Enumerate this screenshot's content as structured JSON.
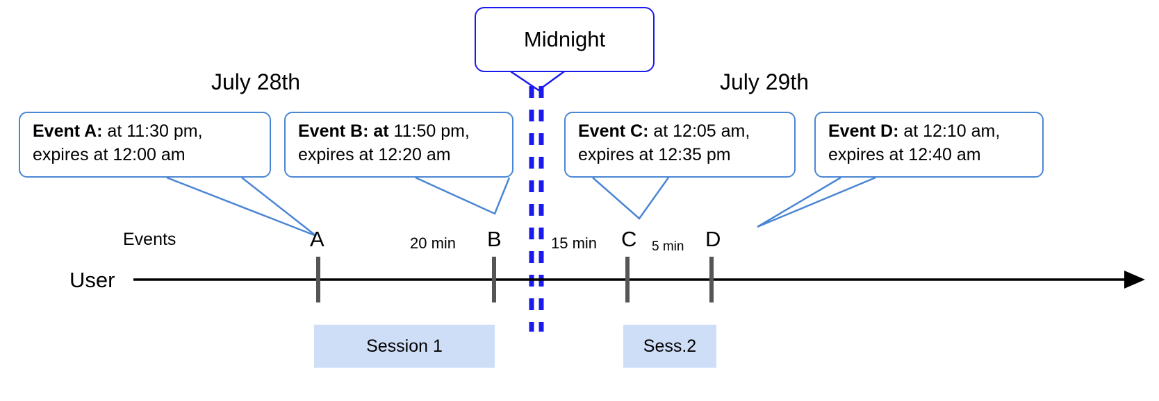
{
  "diagram": {
    "title": "Event session timeline across midnight",
    "colors": {
      "callout_border": "#4a86d4",
      "midnight_border": "#1a1aee",
      "midnight_dash": "#1a1aee",
      "session_fill": "#cfdef7",
      "axis": "#000000",
      "tick": "#555555"
    }
  },
  "midnight": {
    "label": "Midnight"
  },
  "dates": {
    "left": "July 28th",
    "right": "July 29th"
  },
  "rows": {
    "events_label": "Events",
    "user_label": "User"
  },
  "callouts": [
    {
      "id": "event-a",
      "title": "Event A:",
      "line1_rest": " at 11:30 pm,",
      "line2": "expires at 12:00 am"
    },
    {
      "id": "event-b",
      "title": "Event B: at",
      "line1_rest": " 11:50 pm,",
      "line2": "expires at 12:20 am"
    },
    {
      "id": "event-c",
      "title": "Event C:",
      "line1_rest": " at 12:05 am,",
      "line2": "expires at 12:35 pm"
    },
    {
      "id": "event-d",
      "title": "Event D:",
      "line1_rest": "  at 12:10 am,",
      "line2": "expires at 12:40 am"
    }
  ],
  "events": [
    {
      "id": "a",
      "letter": "A"
    },
    {
      "id": "b",
      "letter": "B"
    },
    {
      "id": "c",
      "letter": "C"
    },
    {
      "id": "d",
      "letter": "D"
    }
  ],
  "gaps": [
    {
      "id": "a-b",
      "label": "20 min"
    },
    {
      "id": "b-c",
      "label": "15 min"
    },
    {
      "id": "c-d",
      "label": "5 min"
    }
  ],
  "sessions": [
    {
      "id": "session-1",
      "label": "Session 1"
    },
    {
      "id": "session-2",
      "label": "Sess.2"
    }
  ]
}
